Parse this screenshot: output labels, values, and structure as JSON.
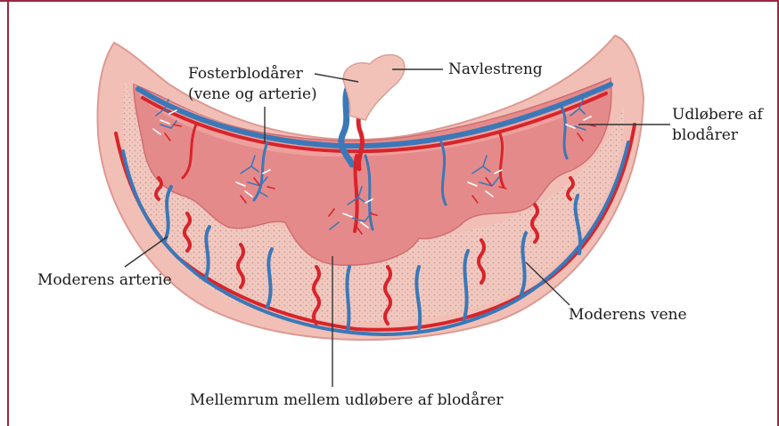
{
  "colors": {
    "frame": "#9b2743",
    "outer_shell": "#f1bfb6",
    "inner_shell": "#f5d4cc",
    "placenta": "#e58a8a",
    "placenta_dark": "#d86f72",
    "artery": "#d8242b",
    "vein": "#3b78b8",
    "stipple": "#dca29a"
  },
  "labels": {
    "fetal_vessels_line1": "Fosterblodårer",
    "fetal_vessels_line2": "(vene og arterie)",
    "umbilical_cord": "Navlestreng",
    "villi_line1": "Udløbere af",
    "villi_line2": "blodårer",
    "maternal_artery": "Moderens arterie",
    "maternal_vein": "Moderens vene",
    "intervillous_space": "Mellemrum mellem udløbere af blodårer"
  }
}
